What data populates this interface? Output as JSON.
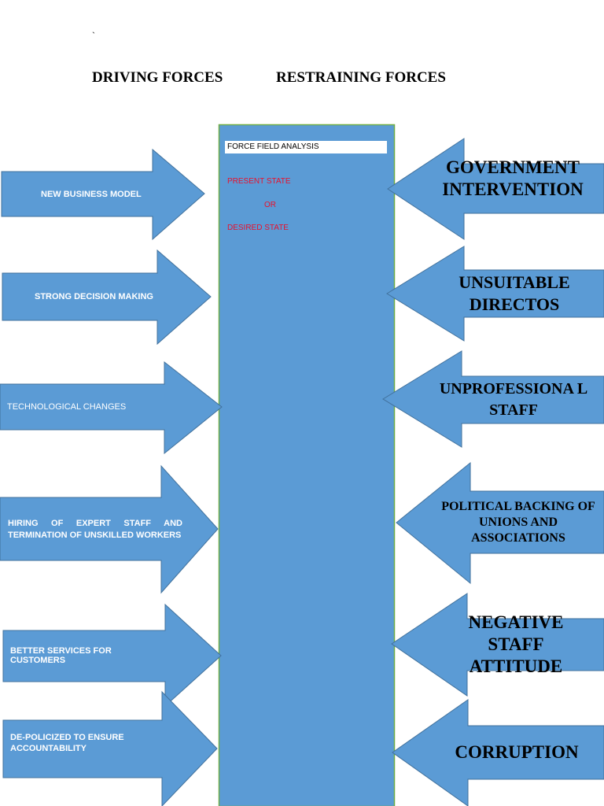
{
  "tick_mark": "`",
  "headings": {
    "driving": "DRIVING FORCES",
    "restraining": "RESTRAINING FORCES"
  },
  "center": {
    "title": "FORCE  FIELD ANALYSIS",
    "present_state": "PRESENT STATE",
    "or": "OR",
    "desired_state": "DESIRED STATE"
  },
  "driving_forces": [
    "NEW BUSINESS MODEL",
    "STRONG DECISION MAKING",
    "TECHNOLOGICAL CHANGES",
    "HIRING OF EXPERT STAFF AND TERMINATION OF UNSKILLED WORKERS",
    "BETTER SERVICES FOR CUSTOMERS",
    "DE-POLICIZED TO ENSURE ACCOUNTABILITY"
  ],
  "restraining_forces": [
    "GOVERNMENT INTERVENTION",
    "UNSUITABLE DIRECTOS",
    "UNPROFESSIONA L STAFF",
    "POLITICAL BACKING OF UNIONS AND ASSOCIATIONS",
    "NEGATIVE STAFF ATTITUDE",
    "CORRUPTION"
  ],
  "colors": {
    "arrow_fill": "#5b9bd5",
    "arrow_stroke": "#41719c",
    "center_fill": "#5b9bd5",
    "center_border": "#70ad47",
    "state_text": "#e8112d"
  }
}
